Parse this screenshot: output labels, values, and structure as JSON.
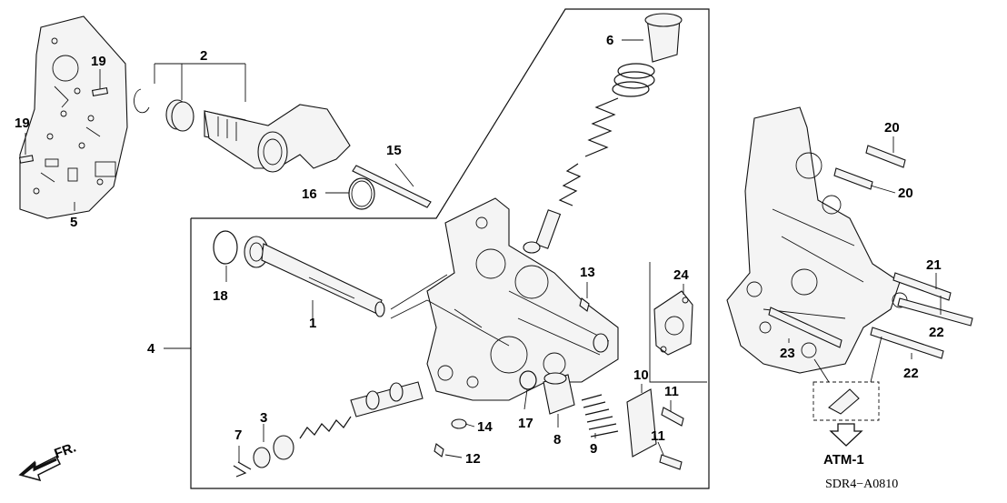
{
  "callouts": {
    "c1": "1",
    "c2": "2",
    "c3": "3",
    "c4": "4",
    "c5": "5",
    "c6": "6",
    "c7": "7",
    "c8": "8",
    "c9": "9",
    "c10": "10",
    "c11a": "11",
    "c11b": "11",
    "c12": "12",
    "c13": "13",
    "c14": "14",
    "c15": "15",
    "c16": "16",
    "c17": "17",
    "c18": "18",
    "c19a": "19",
    "c19b": "19",
    "c20a": "20",
    "c20b": "20",
    "c21": "21",
    "c22a": "22",
    "c22b": "22",
    "c23": "23",
    "c24": "24"
  },
  "labels": {
    "front": "FR.",
    "reference": "ATM-1",
    "diagram_code": "SDR4−A0810"
  },
  "icons": {
    "front_arrow": "front-direction-arrow-icon",
    "reference_arrow": "reference-down-arrow-icon"
  }
}
